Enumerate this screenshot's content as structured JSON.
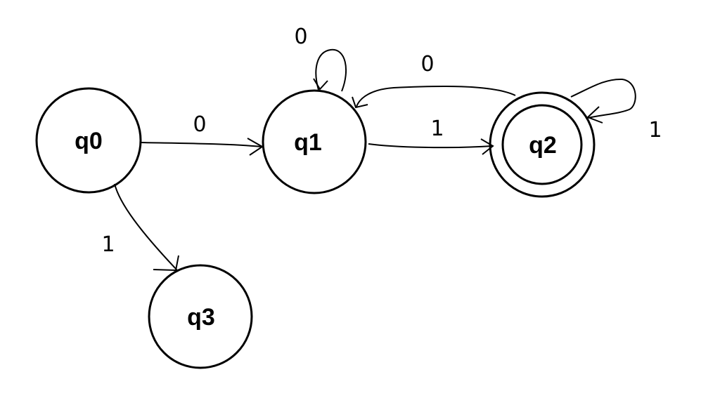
{
  "diagram": {
    "type": "finite-automaton",
    "states": [
      {
        "id": "q0",
        "label": "q0",
        "accepting": false
      },
      {
        "id": "q1",
        "label": "q1",
        "accepting": false
      },
      {
        "id": "q2",
        "label": "q2",
        "accepting": true
      },
      {
        "id": "q3",
        "label": "q3",
        "accepting": false
      }
    ],
    "transitions": [
      {
        "from": "q0",
        "to": "q1",
        "symbol": "0"
      },
      {
        "from": "q0",
        "to": "q3",
        "symbol": "1"
      },
      {
        "from": "q1",
        "to": "q1",
        "symbol": "0"
      },
      {
        "from": "q1",
        "to": "q2",
        "symbol": "1"
      },
      {
        "from": "q2",
        "to": "q1",
        "symbol": "0"
      },
      {
        "from": "q2",
        "to": "q2",
        "symbol": "1"
      }
    ],
    "colors": {
      "stroke": "#000000",
      "background": "#ffffff"
    }
  }
}
